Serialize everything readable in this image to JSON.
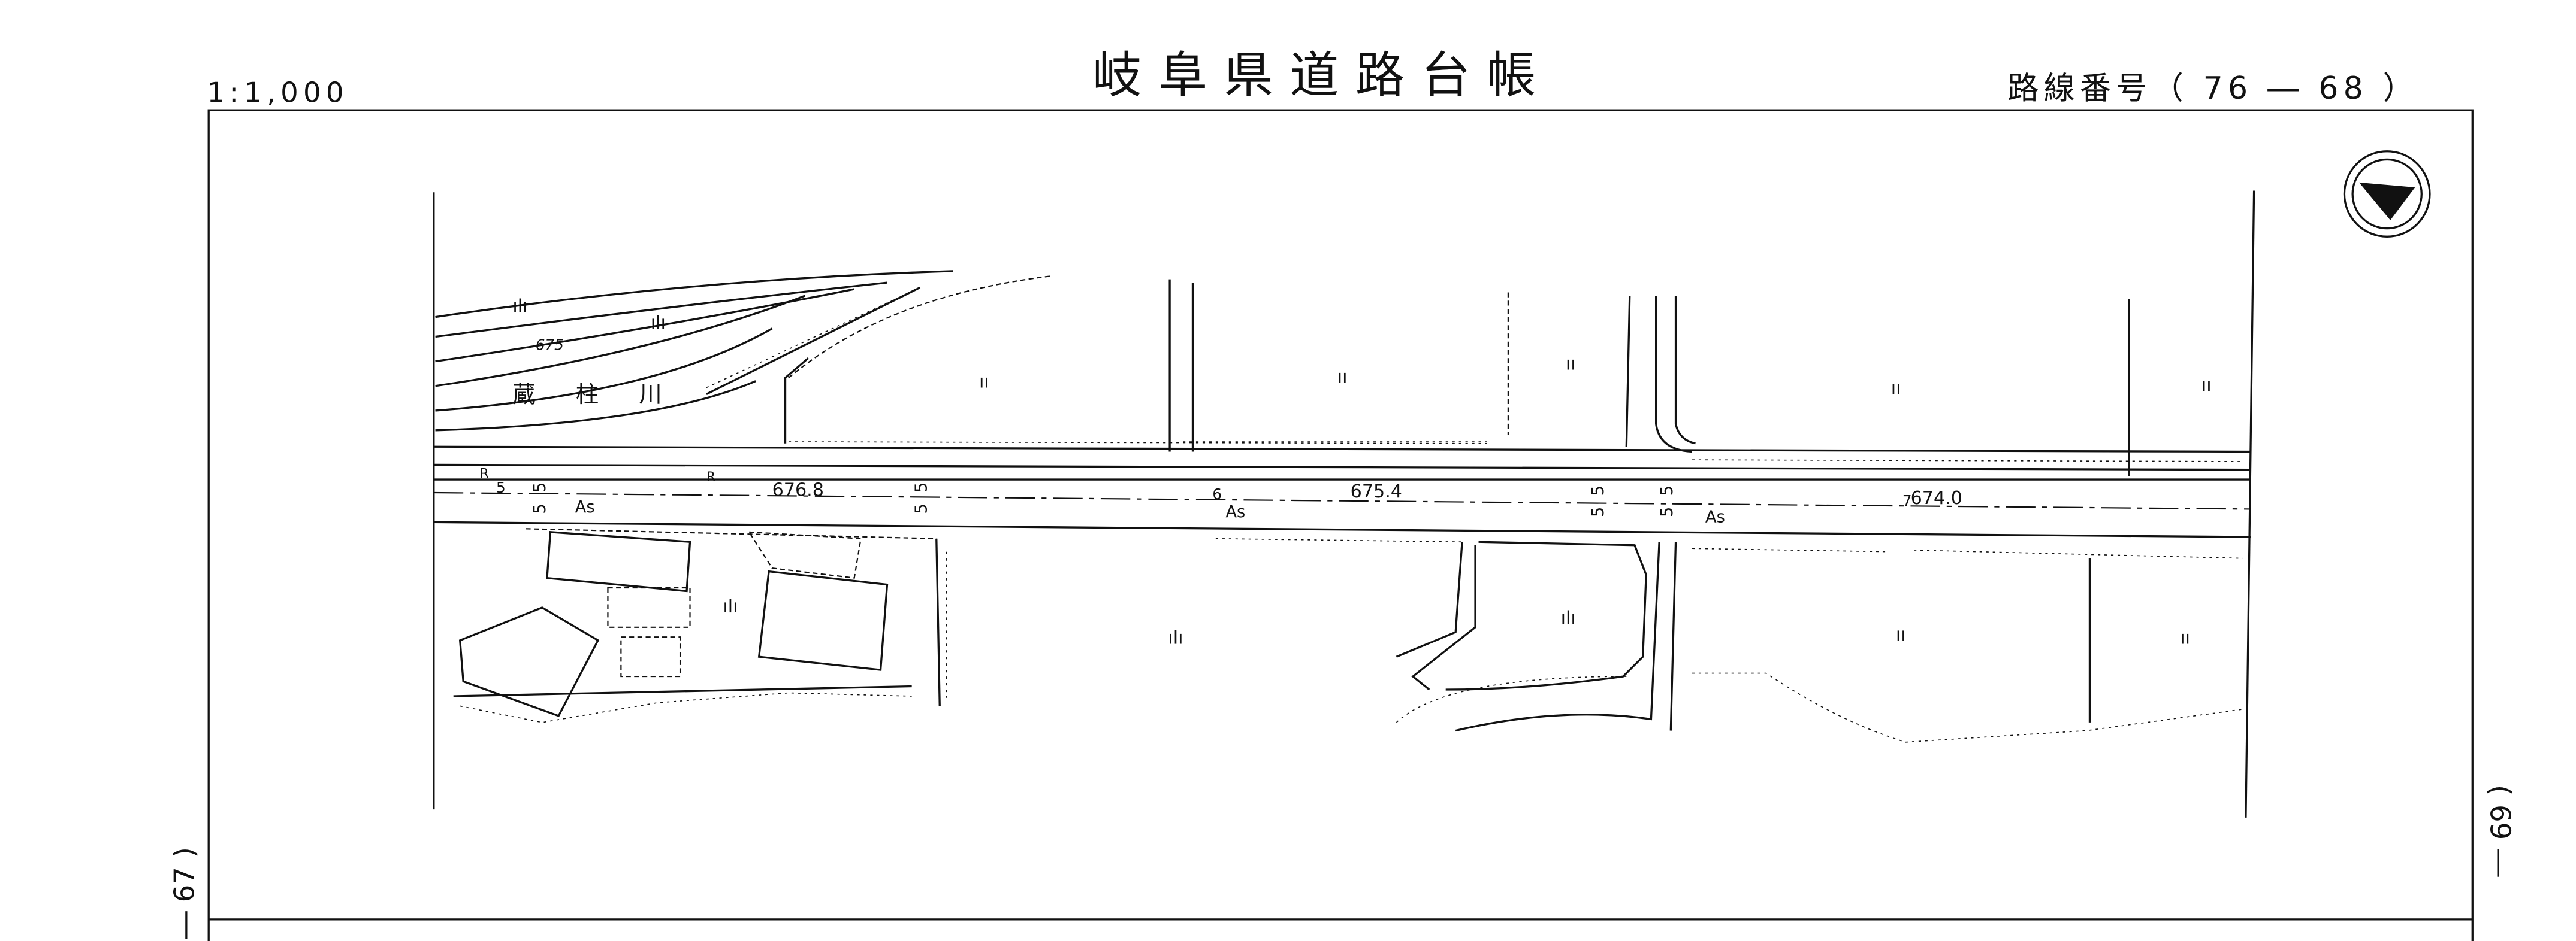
{
  "header": {
    "scale": "1:1,000",
    "title": "岐阜県道路台帳",
    "route_number": "路線番号（ 76 ― 68 ）"
  },
  "adjacent_sheets": {
    "left": "― 67 )",
    "right": "( 69 ―"
  },
  "map": {
    "river_name": "蔵 柱 川",
    "contour_label": "675",
    "elevations": [
      "676.8",
      "675.4",
      "674.0"
    ],
    "station_marks": [
      "5",
      "6",
      "7"
    ],
    "surface_label": "As",
    "retaining_label": "R",
    "width_label": "5",
    "landuse_field": "ıı",
    "landuse_building": "ılı",
    "colors": {
      "ink": "#111111",
      "paper": "#ffffff"
    }
  }
}
